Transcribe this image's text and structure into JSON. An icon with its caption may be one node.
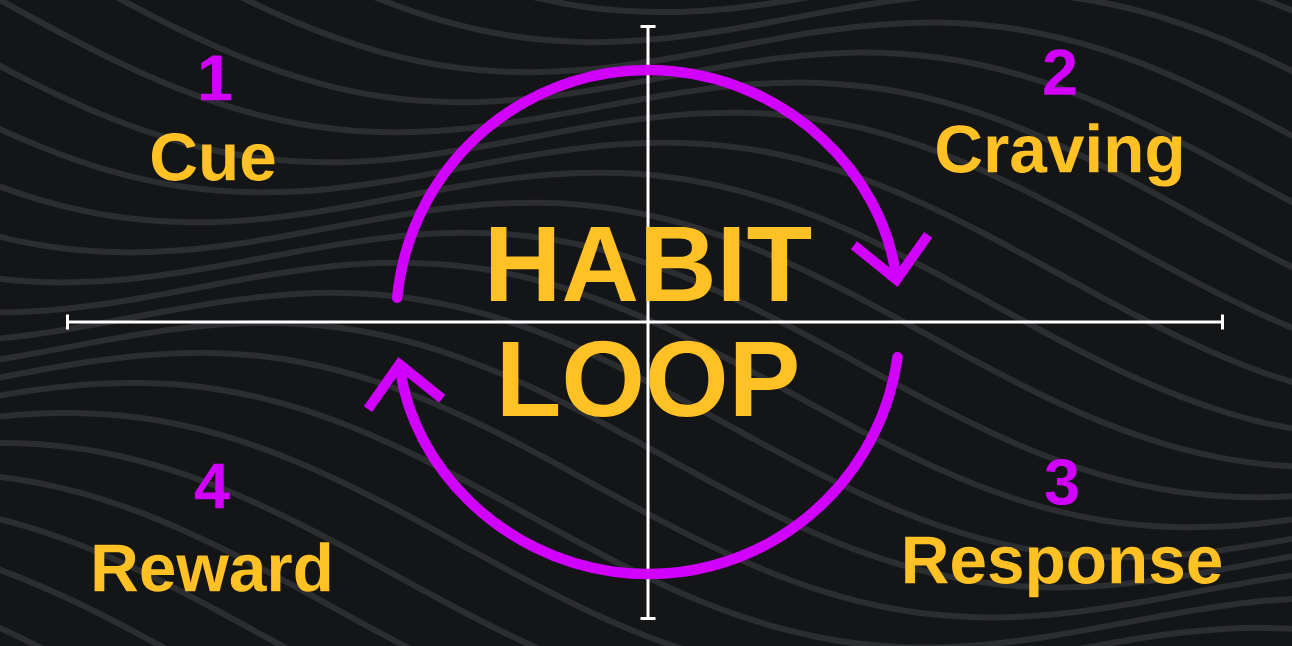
{
  "diagram": {
    "title": "HABIT LOOP",
    "labels": [
      "1",
      "2",
      "Cue",
      "Craving",
      "4",
      "3",
      "Reward",
      "Response"
    ]
  }
}
